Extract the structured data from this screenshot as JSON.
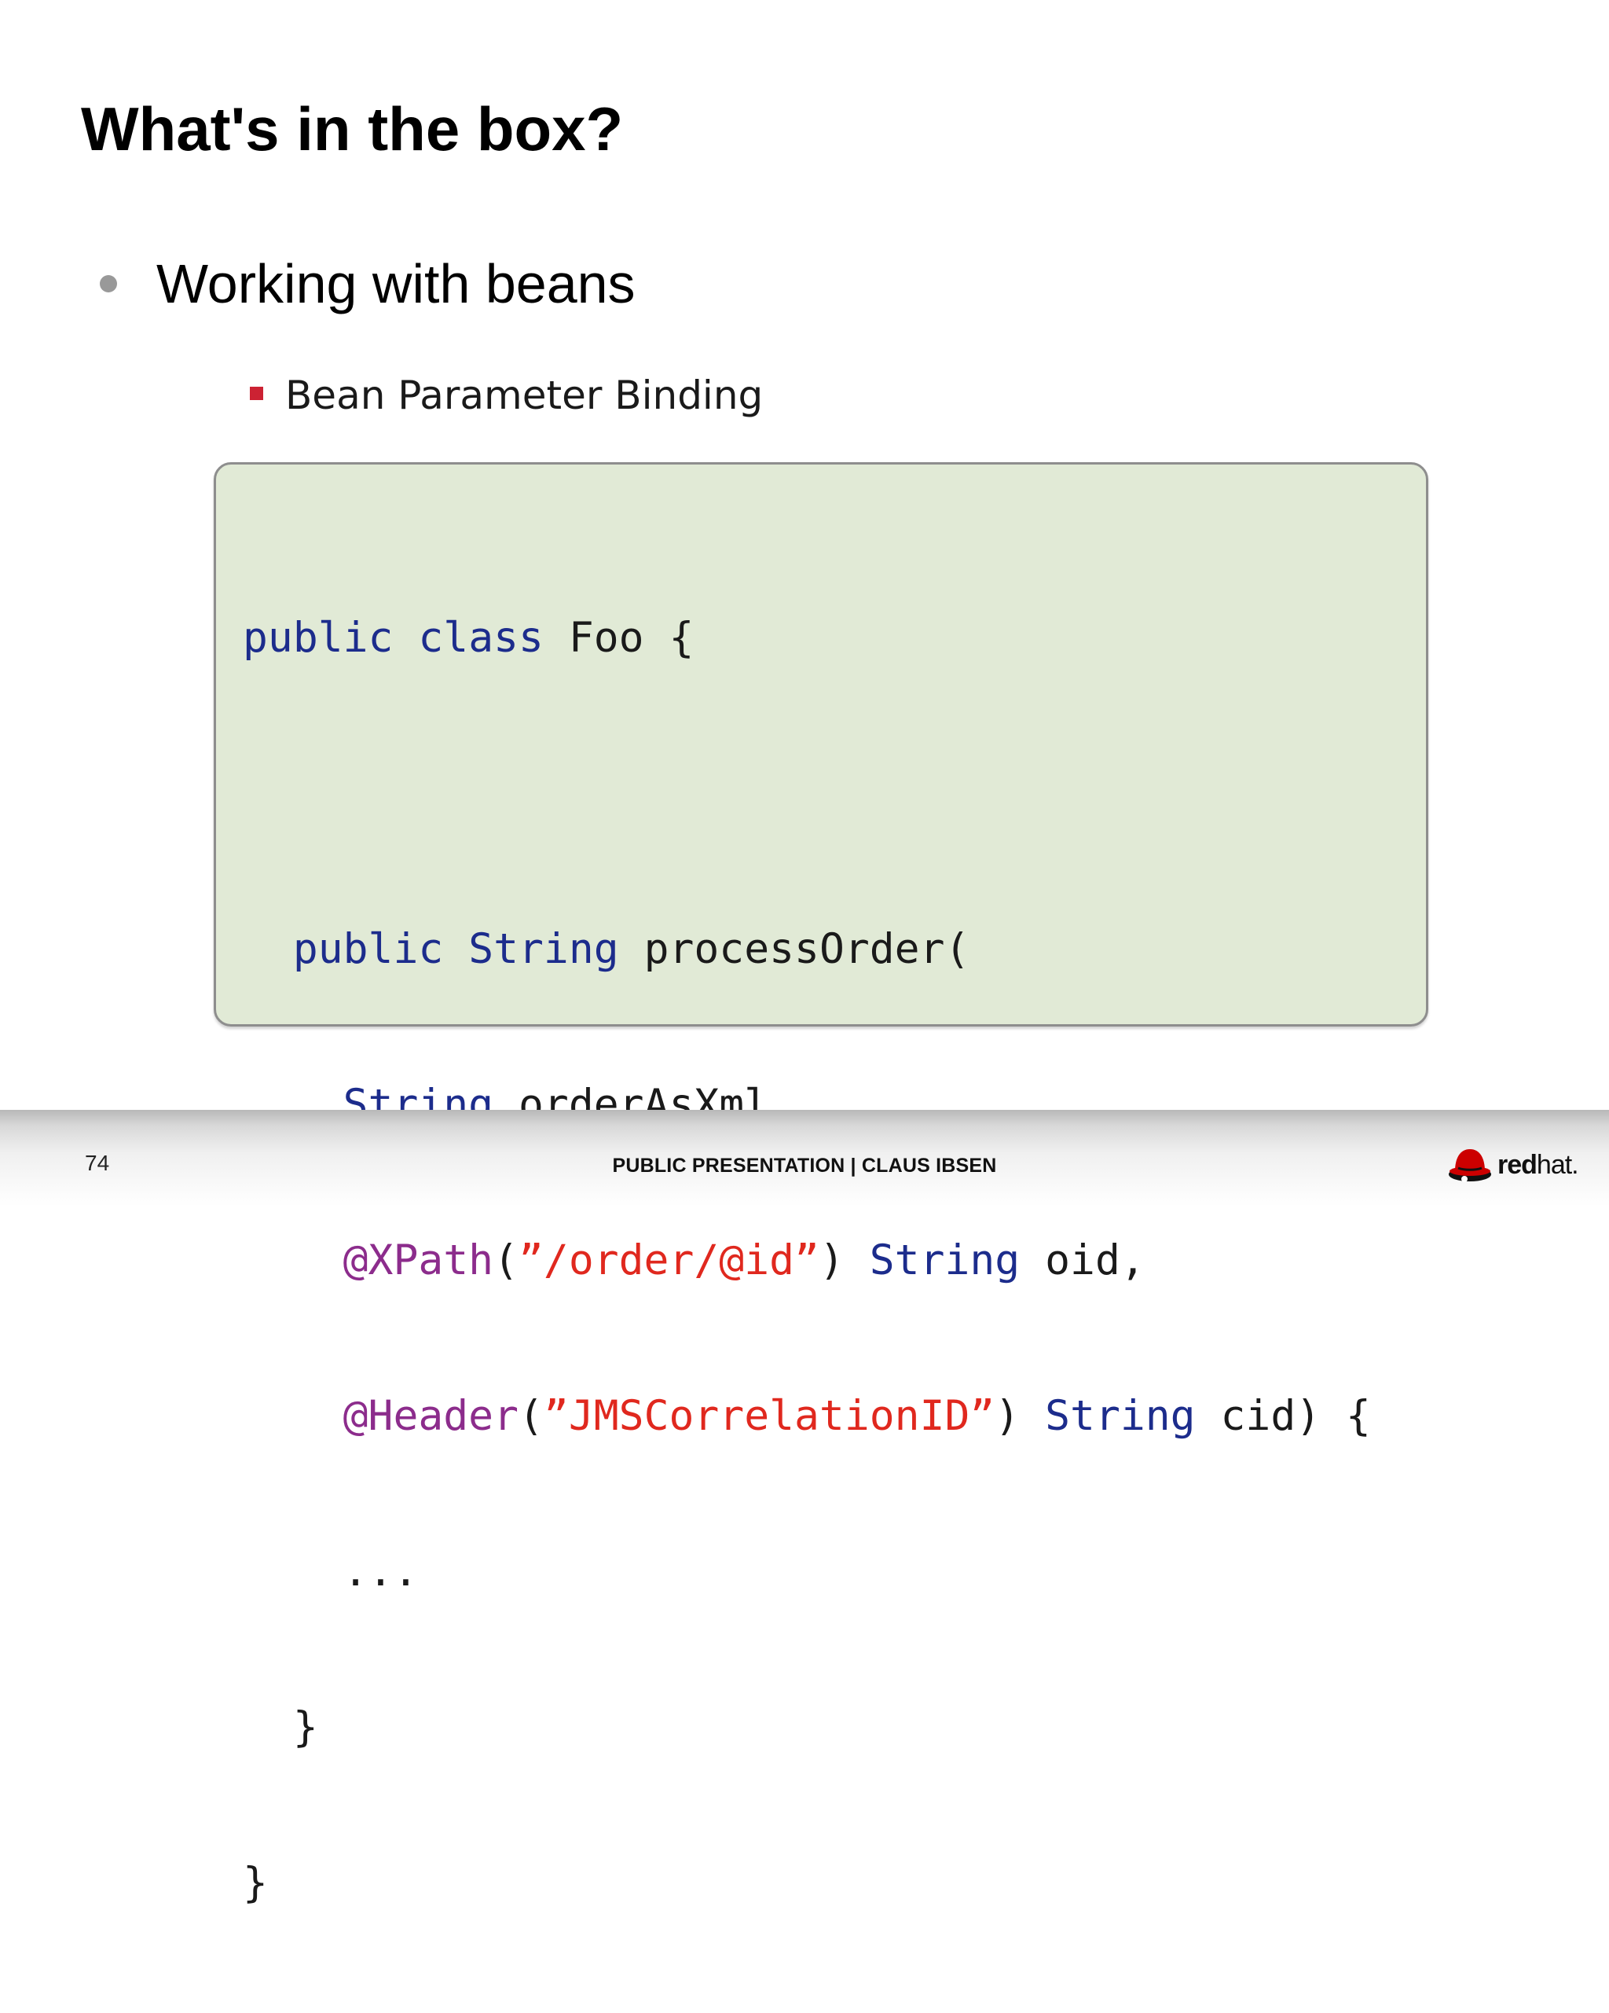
{
  "slide": {
    "title": "What's in the box?",
    "bullet": "Working with beans",
    "sub_bullet": "Bean Parameter Binding"
  },
  "code": {
    "line1": {
      "kw1": "public",
      "kw2": "class",
      "rest": "Foo {"
    },
    "line3": {
      "kw1": "public",
      "kw2": "String",
      "rest": "processOrder("
    },
    "line4": {
      "kw": "String",
      "rest": "orderAsXml,"
    },
    "line5": {
      "ann": "@XPath",
      "open": "(",
      "str": "”/order/@id”",
      "close": ")",
      "kw": "String",
      "rest": "oid,"
    },
    "line6": {
      "ann": "@Header",
      "open": "(",
      "str": "”JMSCorrelationID”",
      "close": ")",
      "kw": "String",
      "rest": "cid) {"
    },
    "line7": "...",
    "line8": "}",
    "line9": "}"
  },
  "footer": {
    "page_number": "74",
    "text": "PUBLIC PRESENTATION | CLAUS IBSEN",
    "logo_bold": "red",
    "logo_light": "hat."
  },
  "colors": {
    "keyword": "#1c2c8c",
    "annotation": "#8c2c8c",
    "string": "#e0281e",
    "code_background": "#e1ead6",
    "sub_bullet_marker": "#cc2233",
    "logo_red": "#cc0000"
  },
  "icons": {
    "bullet": "bullet-dot-icon",
    "sub_bullet": "square-bullet-icon",
    "logo": "redhat-shadowman-icon"
  }
}
